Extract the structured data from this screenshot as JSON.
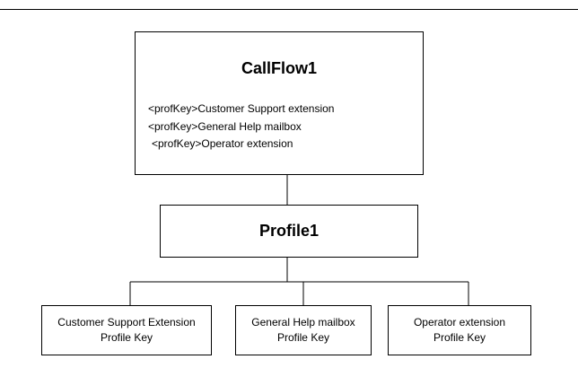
{
  "callflow": {
    "title": "CallFlow1",
    "entries": [
      "<profKey>Customer Support extension",
      "<profKey>General Help mailbox",
      "<profKey>Operator extension"
    ]
  },
  "profile": {
    "title": "Profile1"
  },
  "profile_keys": [
    {
      "line1": "Customer Support Extension",
      "line2": "Profile Key"
    },
    {
      "line1": "General Help mailbox",
      "line2": "Profile Key"
    },
    {
      "line1": "Operator extension",
      "line2": "Profile Key"
    }
  ]
}
